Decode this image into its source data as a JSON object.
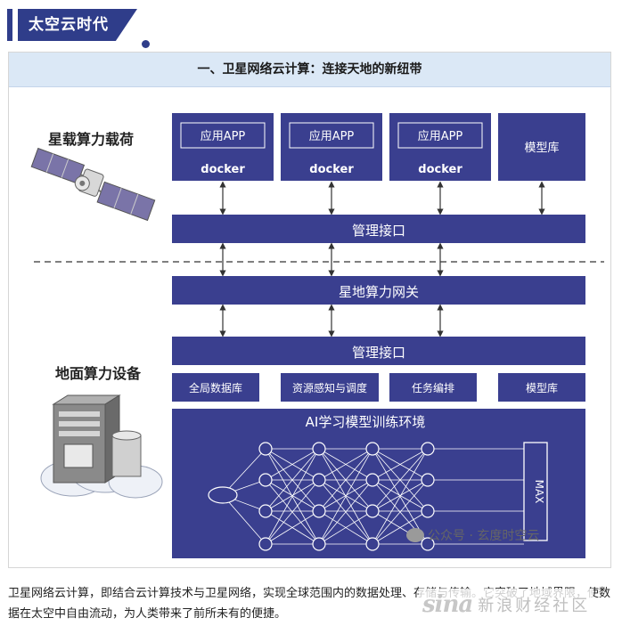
{
  "header": {
    "title": "太空云时代"
  },
  "figure": {
    "title": "一、卫星网络云计算：连接天地的新纽带",
    "sections": {
      "space_label": "星载算力载荷",
      "ground_label": "地面算力设备"
    },
    "space_modules": [
      {
        "app": "应用APP",
        "container": "docker"
      },
      {
        "app": "应用APP",
        "container": "docker"
      },
      {
        "app": "应用APP",
        "container": "docker"
      }
    ],
    "space_model_lib": "模型库",
    "space_mgmt": "管理接口",
    "gateway": "星地算力网关",
    "ground_mgmt": "管理接口",
    "ground_modules": [
      "全局数据库",
      "资源感知与调度",
      "任务编排",
      "模型库"
    ],
    "training": {
      "title": "AI学习模型训练环境",
      "output": "MAX"
    },
    "watermark": "公众号 · 玄度时空云"
  },
  "caption": "卫星网络云计算，即结合云计算技术与卫星网络，实现全球范围内的数据处理、存储与传输。它突破了地域界限，使数据在太空中自由流动，为人类带来了前所未有的便捷。",
  "overlay": {
    "logo": "sina",
    "text": "新浪财经社区"
  },
  "colors": {
    "navy": "#3a3f8f",
    "banner": "#2f3d8a",
    "title_bg": "#dbe8f6"
  }
}
